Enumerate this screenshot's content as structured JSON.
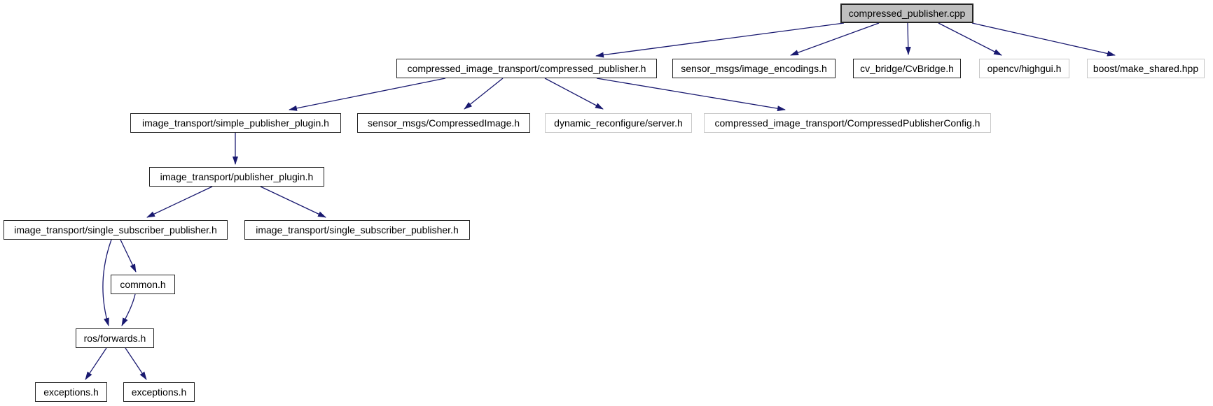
{
  "diagram": {
    "kind": "include-dependency-graph",
    "root_file": "compressed_publisher.cpp",
    "colors": {
      "edge": "#191970",
      "root_fill": "#bfbfbf",
      "node_fill": "#ffffff",
      "internal_border": "#242424",
      "external_border": "#c8c8c8",
      "text": "#000000",
      "background": "#ffffff"
    },
    "nodes": [
      {
        "id": "cpp",
        "label": "compressed_publisher.cpp",
        "style": "root"
      },
      {
        "id": "compressed_publisher_h",
        "label": "compressed_image_transport/compressed_publisher.h",
        "style": "internal"
      },
      {
        "id": "image_encodings",
        "label": "sensor_msgs/image_encodings.h",
        "style": "internal"
      },
      {
        "id": "cvbridge",
        "label": "cv_bridge/CvBridge.h",
        "style": "internal"
      },
      {
        "id": "highgui",
        "label": "opencv/highgui.h",
        "style": "external"
      },
      {
        "id": "make_shared",
        "label": "boost/make_shared.hpp",
        "style": "external"
      },
      {
        "id": "simple_publisher_plugin",
        "label": "image_transport/simple_publisher_plugin.h",
        "style": "internal"
      },
      {
        "id": "compressed_image",
        "label": "sensor_msgs/CompressedImage.h",
        "style": "internal"
      },
      {
        "id": "dynamic_reconfigure_server",
        "label": "dynamic_reconfigure/server.h",
        "style": "external"
      },
      {
        "id": "compressed_publisher_config",
        "label": "compressed_image_transport/CompressedPublisherConfig.h",
        "style": "external"
      },
      {
        "id": "publisher_plugin",
        "label": "image_transport/publisher_plugin.h",
        "style": "internal"
      },
      {
        "id": "single_subscriber_publisher_1",
        "label": "image_transport/single_subscriber_publisher.h",
        "style": "internal"
      },
      {
        "id": "single_subscriber_publisher_2",
        "label": "image_transport/single_subscriber_publisher.h",
        "style": "internal"
      },
      {
        "id": "common",
        "label": "common.h",
        "style": "internal"
      },
      {
        "id": "ros_forwards",
        "label": "ros/forwards.h",
        "style": "internal"
      },
      {
        "id": "exceptions_1",
        "label": "exceptions.h",
        "style": "internal"
      },
      {
        "id": "exceptions_2",
        "label": "exceptions.h",
        "style": "internal"
      }
    ],
    "edges": [
      {
        "from": "cpp",
        "to": "compressed_publisher_h"
      },
      {
        "from": "cpp",
        "to": "image_encodings"
      },
      {
        "from": "cpp",
        "to": "cvbridge"
      },
      {
        "from": "cpp",
        "to": "highgui"
      },
      {
        "from": "cpp",
        "to": "make_shared"
      },
      {
        "from": "compressed_publisher_h",
        "to": "simple_publisher_plugin"
      },
      {
        "from": "compressed_publisher_h",
        "to": "compressed_image"
      },
      {
        "from": "compressed_publisher_h",
        "to": "dynamic_reconfigure_server"
      },
      {
        "from": "compressed_publisher_h",
        "to": "compressed_publisher_config"
      },
      {
        "from": "simple_publisher_plugin",
        "to": "publisher_plugin"
      },
      {
        "from": "publisher_plugin",
        "to": "single_subscriber_publisher_1"
      },
      {
        "from": "publisher_plugin",
        "to": "single_subscriber_publisher_2"
      },
      {
        "from": "single_subscriber_publisher_1",
        "to": "common"
      },
      {
        "from": "single_subscriber_publisher_1",
        "to": "ros_forwards"
      },
      {
        "from": "common",
        "to": "ros_forwards"
      },
      {
        "from": "ros_forwards",
        "to": "exceptions_1"
      },
      {
        "from": "ros_forwards",
        "to": "exceptions_2"
      }
    ]
  }
}
